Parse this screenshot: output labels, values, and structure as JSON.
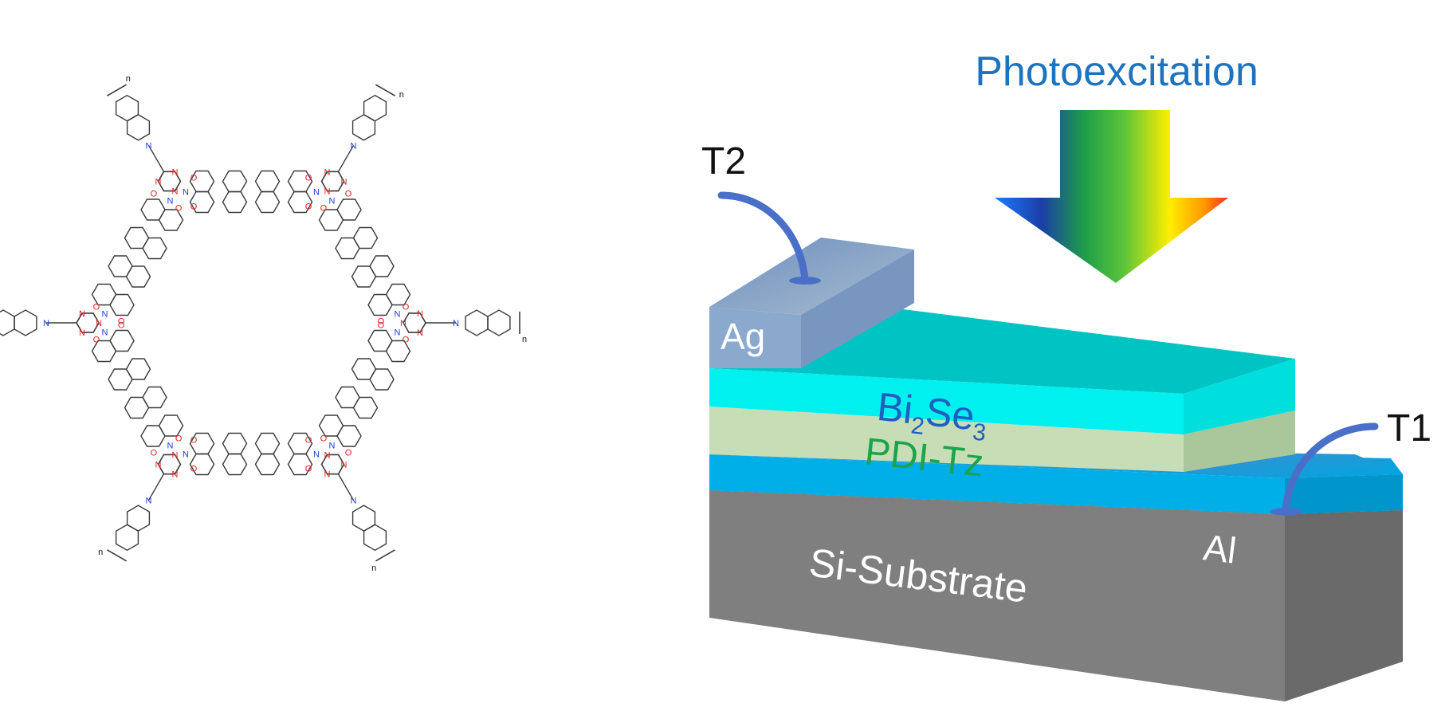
{
  "molecule": {
    "atom_N": "N",
    "atom_O": "O",
    "repeat": "n",
    "colors": {
      "bond": "#3a3a3a",
      "nitrogen": "#1f3fd0",
      "oxygen": "#e02020",
      "triazine_n": "#e02020"
    }
  },
  "device": {
    "photoexcitation": "Photoexcitation",
    "terminal_top": "T2",
    "terminal_right": "T1",
    "electrode_top": "Ag",
    "electrode_right": "Al",
    "layer_top_main": "Bi",
    "layer_top_sub1": "2",
    "layer_top_mid": "Se",
    "layer_top_sub2": "3",
    "layer_middle": "PDI-Tz",
    "substrate": "Si-Substrate",
    "colors": {
      "photo_label": "#1e73be",
      "wire": "#4a6fc9",
      "bi2se3_text": "#1e5fbf",
      "pdi_text": "#1da34a",
      "substrate": "#7a7a7a",
      "al_layer": "#00aee8",
      "pdi_layer": "#c6ddb6",
      "bi2se3_layer": "#00eeee",
      "ag": "#7d9cc4"
    }
  }
}
